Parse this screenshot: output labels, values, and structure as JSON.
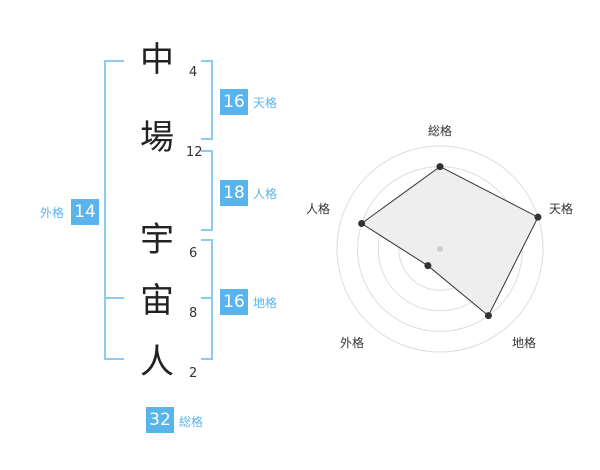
{
  "name": {
    "chars": [
      {
        "char": "中",
        "strokes": "4"
      },
      {
        "char": "場",
        "strokes": "12"
      },
      {
        "char": "宇",
        "strokes": "6"
      },
      {
        "char": "宙",
        "strokes": "8"
      },
      {
        "char": "人",
        "strokes": "2"
      }
    ]
  },
  "fortunes": {
    "tenkaku": {
      "label": "天格",
      "value": "16"
    },
    "jinkaku": {
      "label": "人格",
      "value": "18"
    },
    "chikaku": {
      "label": "地格",
      "value": "16"
    },
    "gaikaku": {
      "label": "外格",
      "value": "14"
    },
    "soukaku": {
      "label": "総格",
      "value": "32"
    }
  },
  "colors": {
    "accent": "#5ab4ec",
    "bracket": "#8ccaf2"
  },
  "chart_data": {
    "type": "radar",
    "axes": [
      "総格",
      "天格",
      "地格",
      "外格",
      "人格"
    ],
    "rings": 5,
    "values": [
      4,
      5,
      4,
      1,
      4
    ],
    "max": 5
  }
}
